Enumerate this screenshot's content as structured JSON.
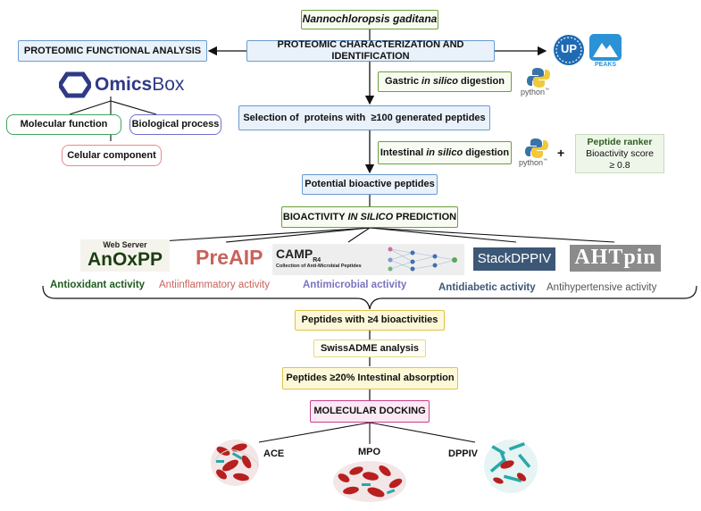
{
  "top_label": "Nannochloropsis gaditana",
  "left_main": "PROTEOMIC FUNCTIONAL ANALYSIS",
  "center_main": "PROTEOMIC CHARACTERIZATION AND IDENTIFICATION",
  "omicsbox": {
    "bold": "Omics",
    "rest": "Box"
  },
  "functions": {
    "molecular": "Molecular function",
    "biological": "Biological process",
    "cellular": "Celular component"
  },
  "uniprot": {
    "logo_text": "UP"
  },
  "peaks": {
    "label": "PEAKS"
  },
  "gastric": {
    "pre": "Gastric ",
    "em": "in silico",
    "post": " digestion"
  },
  "selection": "Selection of  proteins with  ≥100 generated peptides",
  "intestinal": {
    "pre": "Intestinal ",
    "em": "in silico",
    "post": " digestion"
  },
  "python": {
    "label": "python",
    "tm": "™"
  },
  "plus": "+",
  "ranker": {
    "title": "Peptide ranker",
    "line1": "Bioactivity score",
    "line2": "≥ 0.8"
  },
  "potential": "Potential bioactive peptides",
  "prediction": {
    "pre": "BIOACTIVITY ",
    "em": "IN SILICO",
    "post": " PREDICTION"
  },
  "tools": {
    "anoxpp": {
      "caption": "Web Server",
      "name": "AnOxPP"
    },
    "preaip": {
      "name": "PreAIP"
    },
    "camp": {
      "name": "CAMP",
      "sub": "R4",
      "caption": "Collection of Anti-Microbial Peptides"
    },
    "stackdppiv": {
      "name": "StackDPPIV"
    },
    "ahtpin": {
      "name": "AHTpin"
    }
  },
  "activities": {
    "antioxidant": "Antioxidant activity",
    "antiinflammatory": "Antiinflammatory activity",
    "antimicrobial": "Antimicrobial activity",
    "antidiabetic": "Antidiabetic activity",
    "antihypertensive": "Antihypertensive activity"
  },
  "with4": "Peptides with ≥4 bioactivities",
  "swissadme": "SwissADME analysis",
  "absorption": "Peptides ≥20% Intestinal absorption",
  "docking": "MOLECULAR DOCKING",
  "targets": {
    "ace": "ACE",
    "mpo": "MPO",
    "dppiv": "DPPIV"
  },
  "colors": {
    "blue_border": "#6a9bd0",
    "blue_fill": "#e9f1fb",
    "green_border": "#6e9f3f",
    "green_fill": "#f7fbf1",
    "yellow_border": "#e0c24a",
    "yellow_fill": "#fdf8d8",
    "pink_border": "#c8408a",
    "pink_fill": "#fce9f3",
    "antioxidant": "#1f5c1f",
    "antiinflammatory": "#c9625a",
    "antimicrobial": "#7a73bf",
    "antidiabetic": "#3d5877",
    "antihypertensive": "#555555"
  }
}
